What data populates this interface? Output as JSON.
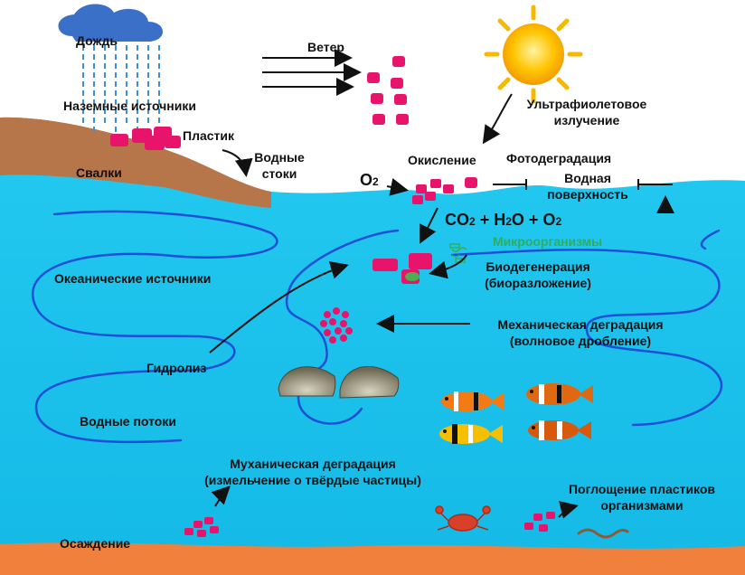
{
  "labels": {
    "rain": "Дождь",
    "wind": "Ветер",
    "land_sources": "Наземные источники",
    "plastic": "Пластик",
    "landfills": "Свалки",
    "water_runoff_1": "Водные",
    "water_runoff_2": "стоки",
    "uv_1": "Ультрафиолетовое",
    "uv_2": "излучение",
    "oxidation": "Окисление",
    "photodegradation": "Фотодеградация",
    "water_surface_1": "Водная",
    "water_surface_2": "поверхность",
    "o2_symbol": "O",
    "o2_sub": "2",
    "reaction": {
      "co": "CO",
      "co_sub": "2",
      "plus1": " + ",
      "h": "H",
      "h_sub": "2",
      "o_water": "O",
      "plus2": " + ",
      "o": "O",
      "o_sub": "2"
    },
    "microorganisms": "Микроорганизмы",
    "biodegeneration_1": "Биодегенерация",
    "biodegeneration_2": "(биоразложение)",
    "ocean_sources": "Океанические источники",
    "mech_degradation_1": "Механическая деградация",
    "mech_degradation_2": "(волновое дробление)",
    "hydrolysis": "Гидролиз",
    "water_currents": "Водные потоки",
    "mech_grinding_1": "Муханическая деградация",
    "mech_grinding_2": "(измельчение о твёрдые частицы)",
    "absorption_1": "Поглощение пластиков",
    "absorption_2": "организмами",
    "sedimentation": "Осаждение"
  },
  "colors": {
    "sky": "#ffffff",
    "ocean": "#1ec4ec",
    "ocean_deep": "#12b6e2",
    "land": "#b7754a",
    "seabed": "#f0803c",
    "plastic": "#e8146c",
    "cloud": "#3a70c8",
    "rain": "#3f8fd8",
    "current_lines": "#1f4fd6",
    "sun": "#f6b800",
    "microorganism": "#2eae5a"
  },
  "icons": [
    "cloud-icon",
    "sun-icon",
    "shell-icon",
    "clownfish-icon",
    "crab-icon",
    "worm-icon"
  ]
}
